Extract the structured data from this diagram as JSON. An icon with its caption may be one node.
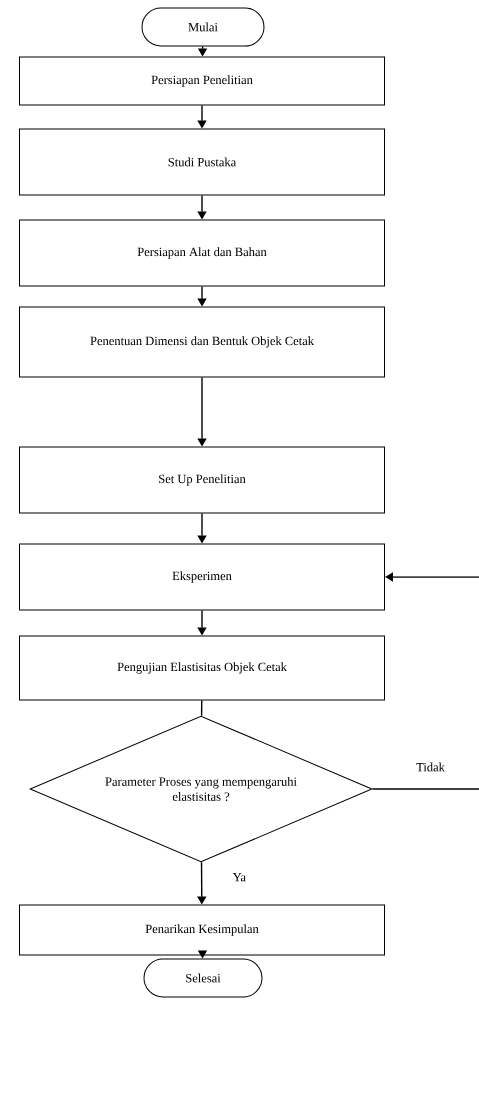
{
  "diagram": {
    "nodes": [
      {
        "text": [
          "Mulai"
        ]
      },
      {
        "text": [
          "Persiapan Penelitian"
        ]
      },
      {
        "text": [
          "Studi Pustaka"
        ]
      },
      {
        "text": [
          "Persiapan Alat dan Bahan"
        ]
      },
      {
        "text": [
          "Penentuan Dimensi dan Bentuk Objek Cetak"
        ]
      },
      {
        "text": [
          "Set Up Penelitian"
        ]
      },
      {
        "text": [
          "Eksperimen"
        ]
      },
      {
        "text": [
          "Pengujian Elastisitas Objek Cetak"
        ]
      },
      {
        "text": [
          "Parameter Proses yang mempengaruhi elastisitas ?"
        ]
      },
      {
        "text": [
          "Penarikan Kesimpulan"
        ]
      },
      {
        "text": [
          "Selesai"
        ]
      }
    ],
    "edges": [
      {
        "from": 0,
        "to": 1,
        "arrow": "to"
      },
      {
        "from": 1,
        "to": 2,
        "arrow": "to"
      },
      {
        "from": 2,
        "to": 3,
        "arrow": "to"
      },
      {
        "from": 3,
        "to": 4,
        "arrow": "to"
      },
      {
        "from": 4,
        "to": 5,
        "arrow": "to"
      },
      {
        "from": 5,
        "to": 6,
        "arrow": "to"
      },
      {
        "from": 6,
        "to": 7,
        "arrow": "to"
      },
      {
        "from": 7,
        "to": 8,
        "arrow": "none"
      },
      {
        "from": 8,
        "to": 9,
        "arrow": "to",
        "label": "Ya"
      },
      {
        "from": 9,
        "to": 10,
        "arrow": "to"
      },
      {
        "from": 8,
        "to": null,
        "arrow": "none",
        "label": "Tidak"
      },
      {
        "from": null,
        "to": 6,
        "arrow": "to"
      }
    ]
  }
}
